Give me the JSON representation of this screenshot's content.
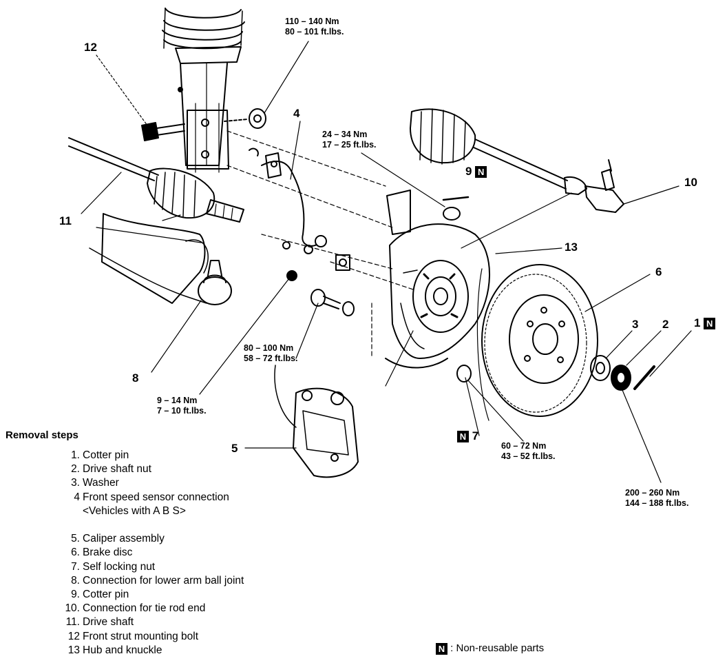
{
  "callouts": {
    "c1": "1",
    "c2": "2",
    "c3": "3",
    "c4": "4",
    "c5": "5",
    "c6": "6",
    "c7": "7",
    "c8": "8",
    "c9": "9",
    "c10": "10",
    "c11": "11",
    "c12": "12",
    "c13": "13"
  },
  "n_mark": "N",
  "torques": {
    "strut_nut": [
      "110 – 140 Nm",
      "80 – 101 ft.lbs."
    ],
    "tie_rod_nut": [
      "24 – 34 Nm",
      "17 – 25 ft.lbs."
    ],
    "caliper_bolt": [
      "80 – 100 Nm",
      "58 – 72 ft.lbs."
    ],
    "sensor_bolt": [
      "9 – 14 Nm",
      "7 – 10 ft.lbs."
    ],
    "ball_joint_nut": [
      "60 – 72 Nm",
      "43 – 52 ft.lbs."
    ],
    "drive_shaft_nut": [
      "200 – 260 Nm",
      "144 – 188 ft.lbs."
    ]
  },
  "removal": {
    "title": "Removal steps",
    "steps": [
      {
        "n": "1.",
        "text": "Cotter pin"
      },
      {
        "n": "2.",
        "text": "Drive shaft nut"
      },
      {
        "n": "3.",
        "text": "Washer"
      },
      {
        "n": "4",
        "text": "Front speed sensor connection"
      },
      {
        "n": "",
        "text": "<Vehicles with A B S>"
      },
      {
        "n": "",
        "text": ""
      },
      {
        "n": "5.",
        "text": "Caliper assembly"
      },
      {
        "n": "6.",
        "text": "Brake disc"
      },
      {
        "n": "7.",
        "text": "Self locking nut"
      },
      {
        "n": "8.",
        "text": "Connection for lower arm ball joint"
      },
      {
        "n": "9.",
        "text": "Cotter pin"
      },
      {
        "n": "10.",
        "text": "Connection for tie rod end"
      },
      {
        "n": "11.",
        "text": "Drive shaft"
      },
      {
        "n": "12",
        "text": "Front strut mounting bolt"
      },
      {
        "n": "13",
        "text": "Hub and knuckle"
      }
    ]
  },
  "legend": {
    "text": ": Non-reusable parts"
  }
}
